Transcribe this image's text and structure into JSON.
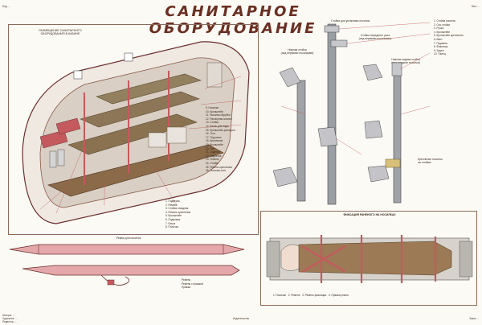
{
  "header": {
    "left_text": "Изд. ...",
    "right_text": "Лист ...",
    "title": "САНИТАРНОЕ  ОБОРУДОВАНИЕ"
  },
  "panels": {
    "cabin": {
      "label_line1": "РАЗМЕЩЕНИЕ САНИТАРНОГО",
      "label_line2": "ОБОРУДОВАНИЯ В КАБИНЕ"
    },
    "stands": {
      "top_label": "Стойка для установки носилок",
      "left_label_line1": "Нижняя стойка",
      "left_label_line2": "(под первыми носилками)",
      "mid_label_line1": "Стойка переднего узла",
      "mid_label_line2": "(под первыми носилками)",
      "right_label_line1": "Нижняя задняя стойка",
      "right_label_line2": "(под средние носилки)",
      "bottom_note_line1": "Крепление носилок",
      "bottom_note_line2": "на стойках"
    },
    "stretcher": {
      "label": "Ремни для носилок"
    },
    "patient": {
      "label": "ФИКСАЦИЯ РАНЕНОГО НА НОСИЛКАХ",
      "caption_1": "1. Носилки",
      "caption_2": "2. Ремень",
      "caption_3": "3. Ремень фиксации",
      "caption_4": "4. Пряжка ремня"
    }
  },
  "legends": {
    "cabin_right": [
      "9. Носилки",
      "10. Кронштейн",
      "11. Носилки-обрубки",
      "12. Распорная штанга",
      "13. Стойка",
      "14. Бачок для воды",
      "15. Кронштейн-распорка",
      "16. Тент",
      "17. Поручень",
      "18. Крепление",
      "19. Кронштейн",
      "20. Пол",
      "21. Сиденье",
      "22. Подвеска",
      "23. Ремень",
      "24. Стойки",
      "25. Ремень крепления",
      "26. Носилки-тент"
    ],
    "cabin_left": [
      "1. Подвеска",
      "2. Ремень",
      "3. Стойка откидная",
      "4. Ремень крепления",
      "5. Кронштейн",
      "6. Подножка",
      "7. Бачок",
      "8. Полочка"
    ],
    "stands_right": [
      "1. Стойка носилок",
      "2. Ось стойки",
      "3. Ручка",
      "4. Кронштейн",
      "5. Кронштейн крепления",
      "6. Винт",
      "7. Пружина",
      "8. Фиксатор",
      "9. Зацеп",
      "10. Палец"
    ],
    "strap": [
      "Ремень",
      "Ремень с пряжкой",
      "Пряжка"
    ]
  },
  "footer": {
    "left_line1": "Авторы: ...",
    "left_line2": "Художник: ...",
    "left_line3": "Редактор: ...",
    "center": "Издательство",
    "right": "Заказ ..."
  },
  "colors": {
    "title": "#6a2f22",
    "floor": "#8a6a48",
    "metal": "#8a8a8c",
    "accent": "#c45a5e",
    "outline": "#6b2f2f"
  }
}
